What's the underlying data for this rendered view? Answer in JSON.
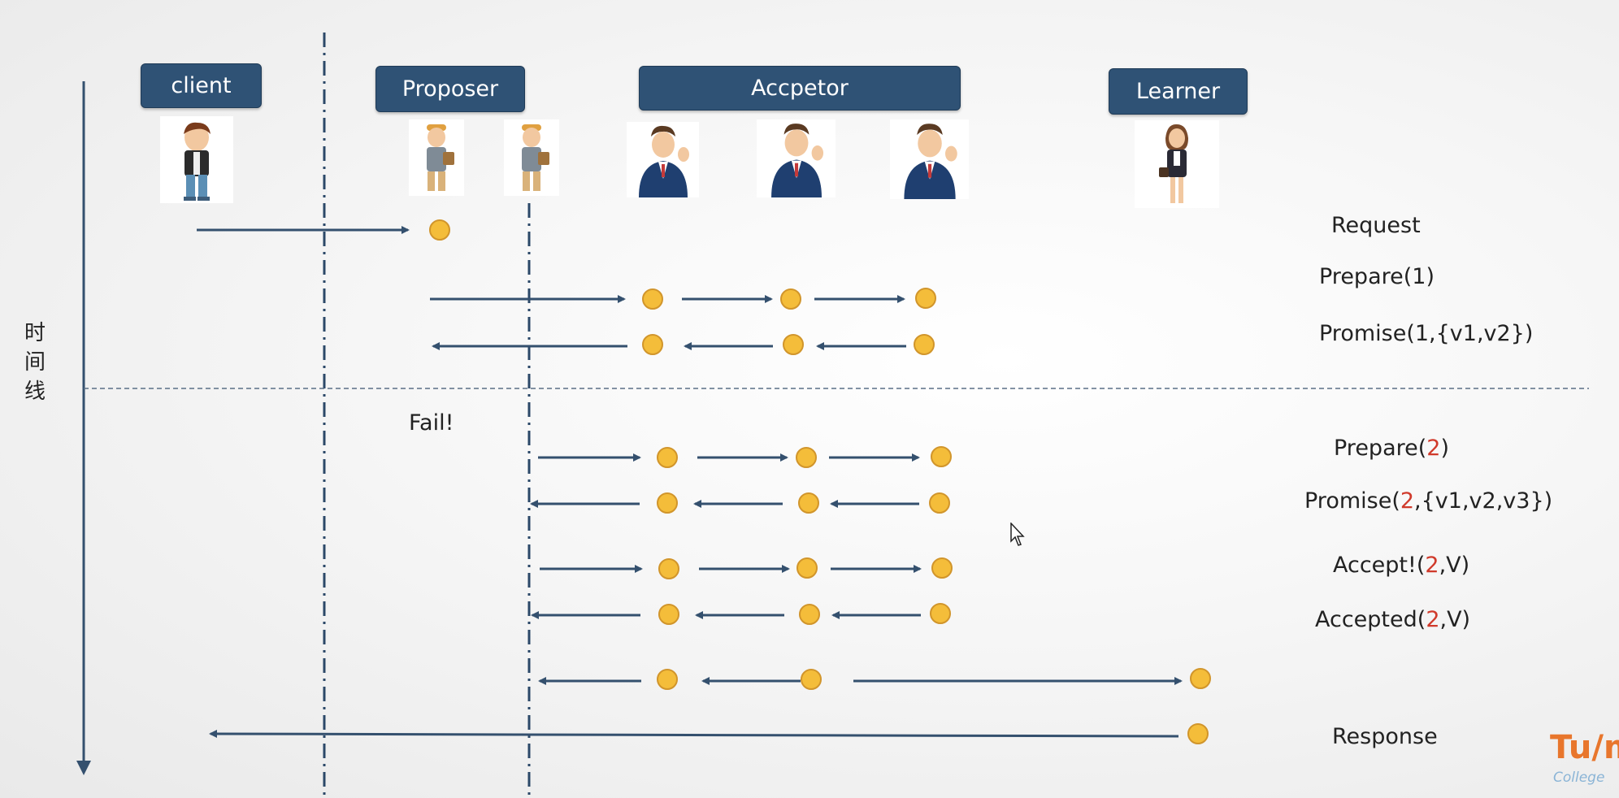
{
  "roles": {
    "client": "client",
    "proposer": "Proposer",
    "acceptor": "Accpetor",
    "learner": "Learner"
  },
  "timeline_label": [
    "时",
    "间",
    "线"
  ],
  "fail_label": "Fail!",
  "messages": [
    {
      "parts": [
        {
          "text": "Request"
        }
      ]
    },
    {
      "parts": [
        {
          "text": "Prepare(1)"
        }
      ]
    },
    {
      "parts": [
        {
          "text": "Promise(1,{v1,v2})"
        }
      ]
    },
    {
      "parts": [
        {
          "text": "Prepare("
        },
        {
          "text": "2",
          "highlight": true
        },
        {
          "text": ")"
        }
      ]
    },
    {
      "parts": [
        {
          "text": "Promise("
        },
        {
          "text": "2",
          "highlight": true
        },
        {
          "text": ",{v1,v2,v3})"
        }
      ]
    },
    {
      "parts": [
        {
          "text": "Accept!("
        },
        {
          "text": "2",
          "highlight": true
        },
        {
          "text": ",V)"
        }
      ]
    },
    {
      "parts": [
        {
          "text": "Accepted("
        },
        {
          "text": "2",
          "highlight": true
        },
        {
          "text": ",V)"
        }
      ]
    },
    {
      "parts": [
        {
          "text": "Response"
        }
      ]
    }
  ],
  "logo": {
    "main": "Tu/m",
    "sub": "College"
  },
  "colors": {
    "header_bg": "#2f5275",
    "arrow": "#34506e",
    "node_fill": "#f4bd3a",
    "node_stroke": "#d1952b",
    "highlight": "#d03a2b",
    "lifeline": "#2b4868"
  },
  "icons": {
    "client": "boy-character-icon",
    "proposer": "worker-with-bag-icon",
    "acceptor": "businessman-waving-icon",
    "learner": "businesswoman-with-briefcase-icon",
    "cursor": "mouse-pointer-icon"
  }
}
